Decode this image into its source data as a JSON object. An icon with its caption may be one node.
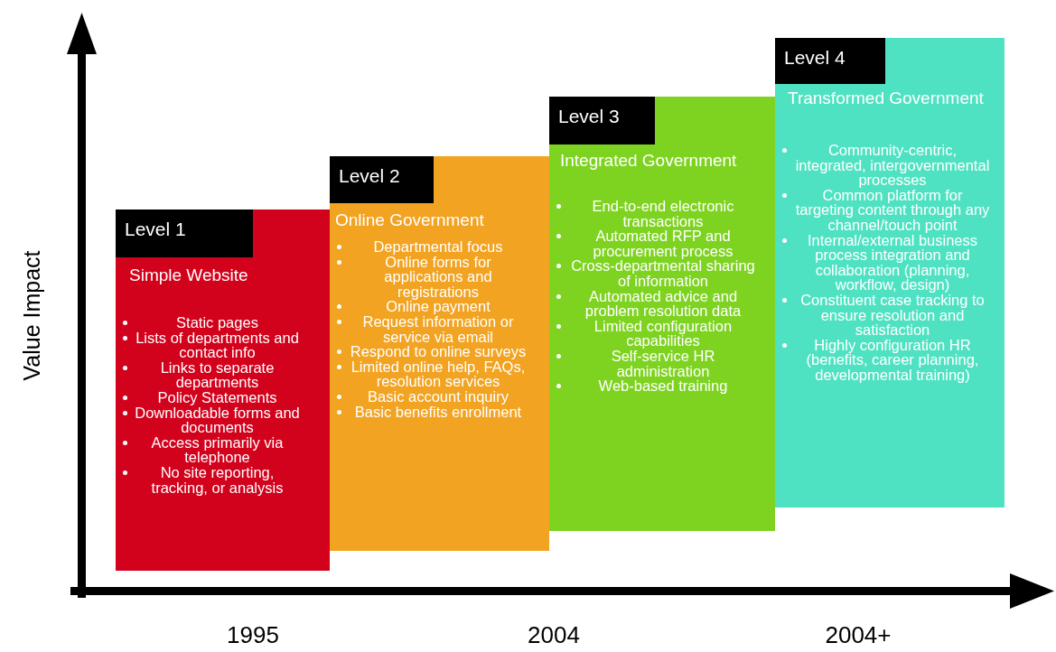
{
  "diagram": {
    "nodes": [
      {
        "text": [
          "Simple Website",
          "Static pages",
          "Lists of departments and contact info",
          "Links to separate departments",
          "Policy Statements",
          "Downloadable forms and documents",
          "Access primarily via telephone",
          "No site reporting, tracking, or analysis"
        ]
      },
      {
        "text": [
          "Level 1"
        ],
        "in": 0
      },
      {
        "text": [
          "Online Government",
          "Departmental focus",
          "Online forms for applications and registrations",
          "Online payment",
          "Request information or service via email",
          "Respond to online surveys",
          "Limited online help, FAQs, resolution services",
          "Basic account inquiry",
          "Basic benefits enrollment"
        ]
      },
      {
        "text": [
          "Level 2"
        ],
        "in": 2
      },
      {
        "text": [
          "Integrated Government",
          "End-to-end electronic transactions",
          "Automated RFP and procurement process",
          "Cross-departmental sharing of information",
          "Automated advice and problem resolution data",
          "Limited configuration capabilities",
          "Self-service HR administration",
          "Web-based training"
        ]
      },
      {
        "text": [
          "Level 3"
        ],
        "in": 4
      },
      {
        "text": [
          "Transformed Government",
          "Community-centric, integrated, intergovernmental processes",
          "Common platform for targeting content through any channel/touch point",
          "Internal/external business process integration and collaboration (planning, workflow, design)",
          "Constituent case tracking to ensure resolution and satisfaction",
          "Highly configuration HR (benefits, career planning, developmental training)"
        ]
      },
      {
        "text": [
          "Level 4"
        ],
        "in": 6
      }
    ],
    "edges": [],
    "labels": [
      "Value Impact",
      "1995",
      "2004",
      "2004+"
    ]
  }
}
